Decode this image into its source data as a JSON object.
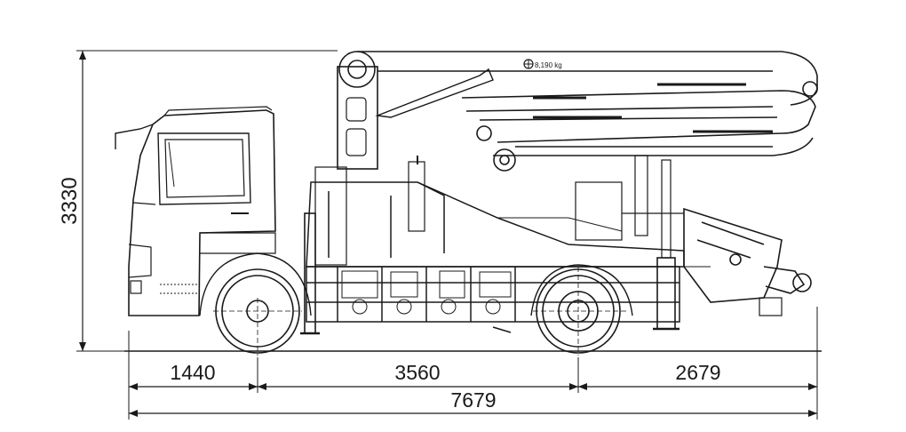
{
  "drawing": {
    "load_label": "8,190 kg",
    "height_dimension": "3330",
    "front_overhang": "1440",
    "wheelbase": "3560",
    "rear_overhang": "2679",
    "overall_length": "7679"
  }
}
